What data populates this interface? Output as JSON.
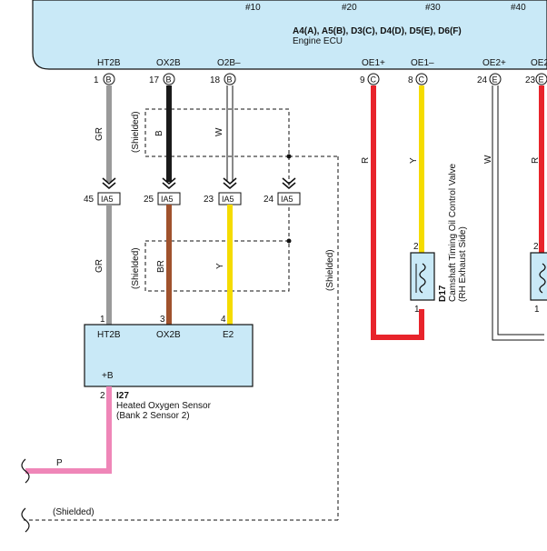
{
  "ecu": {
    "connectors": "A4(A), A5(B), D3(C), D4(D), D5(E), D6(F)",
    "name": "Engine ECU",
    "markers": [
      "#10",
      "#20",
      "#30",
      "#40"
    ],
    "terminals": [
      {
        "name": "HT2B",
        "pin": "1",
        "conn": "B"
      },
      {
        "name": "OX2B",
        "pin": "17",
        "conn": "B"
      },
      {
        "name": "O2B–",
        "pin": "18",
        "conn": "B"
      },
      {
        "name": "OE1+",
        "pin": "9",
        "conn": "C"
      },
      {
        "name": "OE1–",
        "pin": "8",
        "conn": "C"
      },
      {
        "name": "OE2+",
        "pin": "24",
        "conn": "E"
      },
      {
        "name": "OE2",
        "pin": "23",
        "conn": "E"
      }
    ]
  },
  "junction": {
    "code": "IA5",
    "pins": [
      "45",
      "25",
      "23",
      "24"
    ]
  },
  "wires": {
    "gr": "GR",
    "b": "B",
    "w": "W",
    "br": "BR",
    "y": "Y",
    "r": "R",
    "p": "P"
  },
  "shielded": "(Shielded)",
  "sensor": {
    "code": "I27",
    "name_line1": "Heated Oxygen Sensor",
    "name_line2": "(Bank 2 Sensor 2)",
    "terminals": [
      {
        "pin": "1",
        "name": "HT2B"
      },
      {
        "pin": "3",
        "name": "OX2B"
      },
      {
        "pin": "4",
        "name": "E2"
      }
    ],
    "plus_b": "+B",
    "plus_b_pin": "2"
  },
  "valve": {
    "code": "D17",
    "name_line1": "Camshaft Timing Oil Control Valve",
    "name_line2": "(RH Exhaust Side)",
    "pin_top": "2",
    "pin_bottom": "1"
  },
  "valve2": {
    "pin_top": "2",
    "pin_bottom": "1"
  },
  "colors": {
    "gray": "#9a9a9a",
    "black": "#1a1a1a",
    "brown": "#a0522d",
    "yellow": "#f5dc00",
    "red": "#e8242b",
    "pink": "#ef86b8",
    "box": "#c9e9f7"
  }
}
